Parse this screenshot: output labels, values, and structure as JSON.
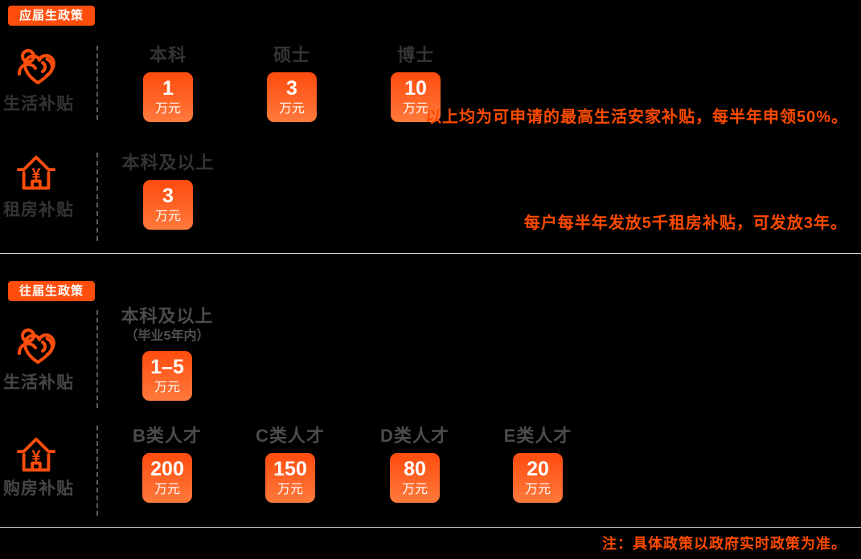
{
  "badge_fresh": "应届生政策",
  "badge_prev": "往届生政策",
  "fresh": {
    "life": {
      "label": "生活补贴",
      "cols": [
        {
          "h": "本科",
          "v": "1",
          "u": "万元"
        },
        {
          "h": "硕士",
          "v": "3",
          "u": "万元"
        },
        {
          "h": "博士",
          "v": "10",
          "u": "万元"
        }
      ],
      "note": "以上均为可申请的最高生活安家补贴，每半年申领50%。"
    },
    "rent": {
      "label": "租房补贴",
      "cols": [
        {
          "h": "本科及以上",
          "v": "3",
          "u": "万元"
        }
      ],
      "note": "每户每半年发放5千租房补贴，可发放3年。"
    }
  },
  "prev": {
    "life": {
      "label": "生活补贴",
      "cols": [
        {
          "h": "本科及以上",
          "sub": "（毕业5年内）",
          "v": "1–5",
          "u": "万元"
        }
      ]
    },
    "buy": {
      "label": "购房补贴",
      "cols": [
        {
          "h": "B类人才",
          "v": "200",
          "u": "万元"
        },
        {
          "h": "C类人才",
          "v": "150",
          "u": "万元"
        },
        {
          "h": "D类人才",
          "v": "80",
          "u": "万元"
        },
        {
          "h": "E类人才",
          "v": "20",
          "u": "万元"
        }
      ]
    }
  },
  "footnote": "注：具体政策以政府实时政策为准。",
  "colors": {
    "accent": "#FF4E0C",
    "tile_gradient_top": "#FF4B0E",
    "tile_gradient_bottom": "#FF7A3C",
    "annotation_text": "#FF4B00",
    "header_text": "#343434",
    "divider": "#D6D6D6",
    "background": "#000000"
  }
}
